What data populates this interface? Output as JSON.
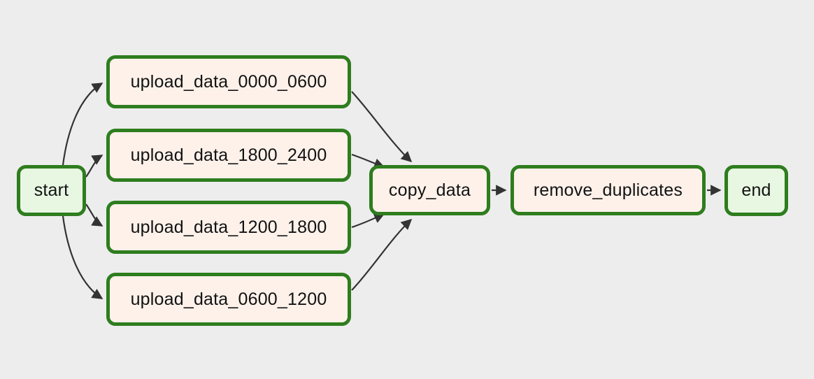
{
  "diagram": {
    "type": "flowchart",
    "orientation": "left-to-right",
    "background_color": "#ededed",
    "node_border_color": "#2e7d1e",
    "task_fill_color": "#fdf1ea",
    "terminal_fill_color": "#e8f7e2",
    "edge_color": "#333333",
    "nodes": [
      {
        "id": "start",
        "label": "start",
        "kind": "terminal"
      },
      {
        "id": "upload_0000_0600",
        "label": "upload_data_0000_0600",
        "kind": "task"
      },
      {
        "id": "upload_1800_2400",
        "label": "upload_data_1800_2400",
        "kind": "task"
      },
      {
        "id": "upload_1200_1800",
        "label": "upload_data_1200_1800",
        "kind": "task"
      },
      {
        "id": "upload_0600_1200",
        "label": "upload_data_0600_1200",
        "kind": "task"
      },
      {
        "id": "copy_data",
        "label": "copy_data",
        "kind": "task"
      },
      {
        "id": "remove_duplicates",
        "label": "remove_duplicates",
        "kind": "task"
      },
      {
        "id": "end",
        "label": "end",
        "kind": "terminal"
      }
    ],
    "edges": [
      {
        "from": "start",
        "to": "upload_0000_0600"
      },
      {
        "from": "start",
        "to": "upload_1800_2400"
      },
      {
        "from": "start",
        "to": "upload_1200_1800"
      },
      {
        "from": "start",
        "to": "upload_0600_1200"
      },
      {
        "from": "upload_0000_0600",
        "to": "copy_data"
      },
      {
        "from": "upload_1800_2400",
        "to": "copy_data"
      },
      {
        "from": "upload_1200_1800",
        "to": "copy_data"
      },
      {
        "from": "upload_0600_1200",
        "to": "copy_data"
      },
      {
        "from": "copy_data",
        "to": "remove_duplicates"
      },
      {
        "from": "remove_duplicates",
        "to": "end"
      }
    ]
  }
}
